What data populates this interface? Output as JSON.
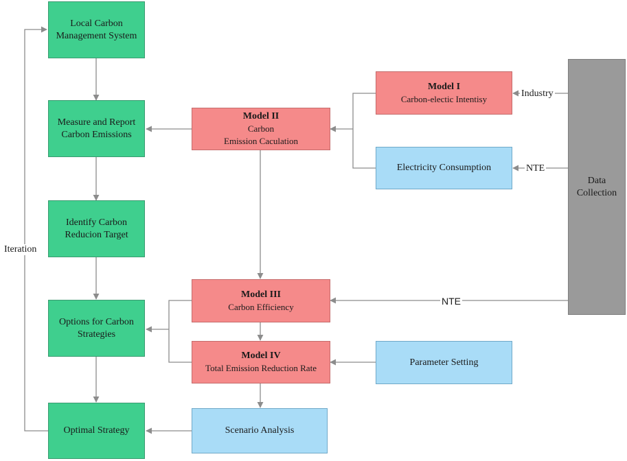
{
  "boxes": {
    "local_carbon_management": {
      "line1": "Local Carbon",
      "line2": "Management System"
    },
    "measure_report": {
      "line1": "Measure and Report",
      "line2": "Carbon Emissions"
    },
    "identify_target": {
      "line1": "Identify Carbon",
      "line2": "Reducion Target"
    },
    "options_strategies": {
      "line1": "Options for Carbon",
      "line2": "Strategies"
    },
    "optimal_strategy": {
      "line1": "Optimal Strategy"
    },
    "model_ii": {
      "title": "Model II",
      "line1": "Carbon",
      "line2": "Emission Caculation"
    },
    "model_i": {
      "title": "Model I",
      "line1": "Carbon-electic Intentisy"
    },
    "electricity_consumption": {
      "line1": "Electricity Consumption"
    },
    "model_iii": {
      "title": "Model III",
      "line1": "Carbon Efficiency"
    },
    "model_iv": {
      "title": "Model IV",
      "line1": "Total Emission Reduction Rate"
    },
    "parameter_setting": {
      "line1": "Parameter Setting"
    },
    "scenario_analysis": {
      "line1": "Scenario Analysis"
    },
    "data_collection": {
      "line1": "Data",
      "line2": "Collection"
    }
  },
  "labels": {
    "iteration": "Iteration",
    "industry": "Industry",
    "nte_top": "NTE",
    "nte_bottom": "NTE"
  },
  "colors": {
    "green": "#3fcf8e",
    "red": "#f58a8a",
    "blue": "#a9dcf7",
    "gray": "#9a9a9a",
    "line": "#8c8c8c"
  }
}
